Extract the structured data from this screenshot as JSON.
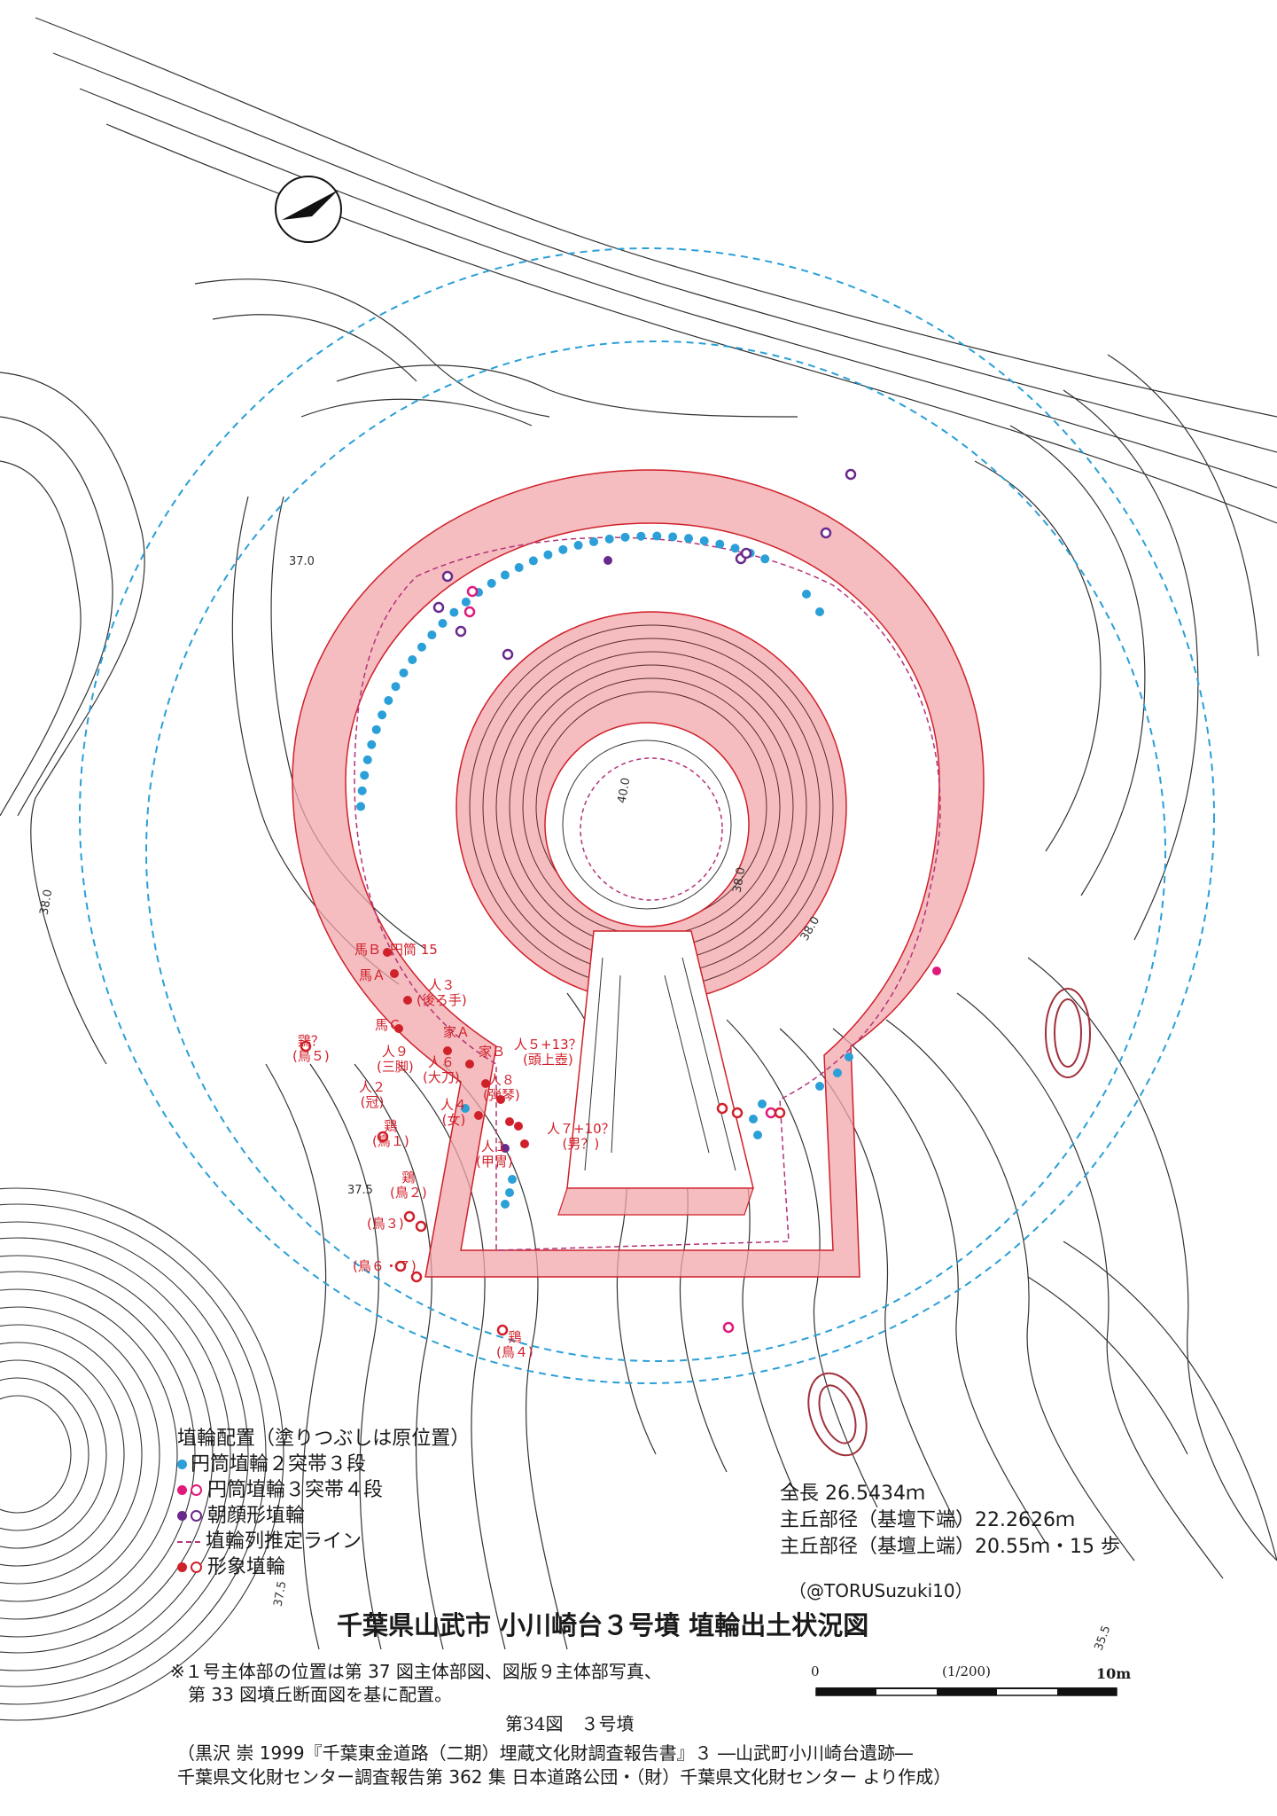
{
  "legend": {
    "title": "埴輪配置（塗りつぶしは原位置）",
    "items": [
      {
        "label": "円筒埴輪２突帯３段",
        "fill": "#2a9fd8",
        "ring": null
      },
      {
        "label": "円筒埴輪３突帯４段",
        "fill": "#e0197b",
        "ring": "#e0197b"
      },
      {
        "label": "朝顔形埴輪",
        "fill": "#6a2a8c",
        "ring": "#6a2a8c"
      },
      {
        "label": "埴輪列推定ライン",
        "fill": null,
        "ring": null
      },
      {
        "label": "形象埴輪",
        "fill": "#d0202a",
        "ring": "#d0202a"
      }
    ]
  },
  "dimensions": [
    "全長 26.5434ｍ",
    "主丘部径（基壇下端）22.2626ｍ",
    "主丘部径（基壇上端）20.55ｍ・15 歩"
  ],
  "credit": "（@TORUSuzuki10）",
  "title": "千葉県山武市 小川崎台３号墳 埴輪出土状況図",
  "note": [
    "※１号主体部の位置は第 37 図主体部図、図版９主体部写真、",
    "　第 33 図墳丘断面図を基に配置。"
  ],
  "figure_caption": "第34図　３号墳",
  "source": [
    "（黒沢 崇 1999『千葉東金道路（二期）埋蔵文化財調査報告書』３ ―山武町小川崎台遺跡―",
    "千葉県文化財センター調査報告第 362 集 日本道路公団・（財）千葉県文化財センター より作成）"
  ],
  "scale": {
    "zero": "0",
    "ratio": "(1/200)",
    "max": "10m"
  },
  "contour_labels": [
    "37.0",
    "38.0",
    "38.0",
    "38.0",
    "37.5",
    "37.5",
    "35.5",
    "40.0"
  ],
  "haniwa_labels": [
    {
      "text": "馬Ｂ"
    },
    {
      "text": "円筒 15"
    },
    {
      "text": "馬Ａ"
    },
    {
      "text": "人３\n(後ろ手)"
    },
    {
      "text": "馬Ｃ"
    },
    {
      "text": "家Ａ"
    },
    {
      "text": "家Ｂ"
    },
    {
      "text": "人５+13？\n(頭上壺)"
    },
    {
      "text": "鶏？\n(鳥５)"
    },
    {
      "text": "人９\n(三脚)"
    },
    {
      "text": "人６\n(大刀)"
    },
    {
      "text": "人８\n(弾琴)"
    },
    {
      "text": "人２\n(冠)"
    },
    {
      "text": "人４\n(女)"
    },
    {
      "text": "鶏\n(鳥１)"
    },
    {
      "text": "人１\n(甲冑)"
    },
    {
      "text": "人７+10？\n(男？)"
    },
    {
      "text": "鶏\n(鳥２)"
    },
    {
      "text": "(鳥３)"
    },
    {
      "text": "(鳥６・７)"
    },
    {
      "text": "鶏\n(鳥４)"
    }
  ],
  "colors": {
    "mound": "#f2a7ab",
    "mound_stroke": "#d0202a",
    "dashed_circle": "#2a9fd8",
    "contour": "#333333"
  }
}
